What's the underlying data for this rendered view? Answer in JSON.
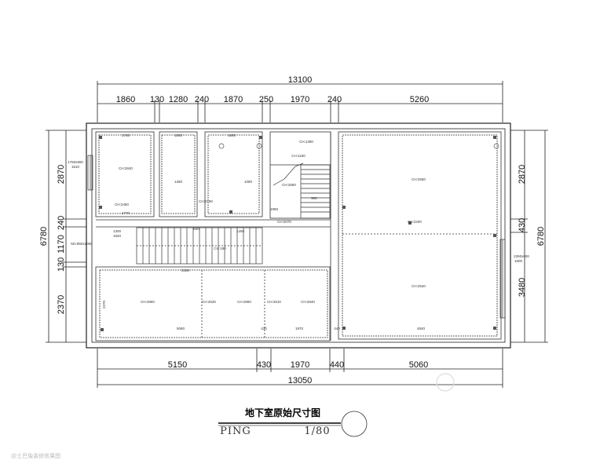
{
  "top_total": "13100",
  "top_segments": [
    "1860",
    "130",
    "1280",
    "240",
    "1870",
    "250",
    "1970",
    "240",
    "5260"
  ],
  "bottom_segments": [
    "5150",
    "430",
    "1970",
    "440",
    "5060"
  ],
  "bottom_total": "13050",
  "left_total": "6780",
  "left_segments": [
    "2870",
    "240",
    "1170",
    "130",
    "2370"
  ],
  "right_total": "6780",
  "right_segments": [
    "2870",
    "430",
    "3480"
  ],
  "room_labels": [
    "1740",
    "1280",
    "1800",
    "CH:2840",
    "CH:2450",
    "CH:2190",
    "1770",
    "1280",
    "1080",
    "1300",
    "1840",
    "CH:1390",
    "CH:1150",
    "CH:2070",
    "CH:2550",
    "CH:2200",
    "CH:2540",
    "CH:2860",
    "CH:2630",
    "CH:2860",
    "CH:2610",
    "CH:2840",
    "5060",
    "1970",
    "4840",
    "2370",
    "1750x900",
    "1610",
    "M1:850x2000",
    "2350x900",
    "1600",
    "CH:2850",
    "900",
    "1250",
    "600",
    "CH:180",
    "2280",
    "1960",
    "430",
    "440"
  ],
  "title": "地下室原始尺寸图",
  "subtitle_left": "PING",
  "subtitle_right": "1/80",
  "watermark": "@土巴兔装修效果图"
}
